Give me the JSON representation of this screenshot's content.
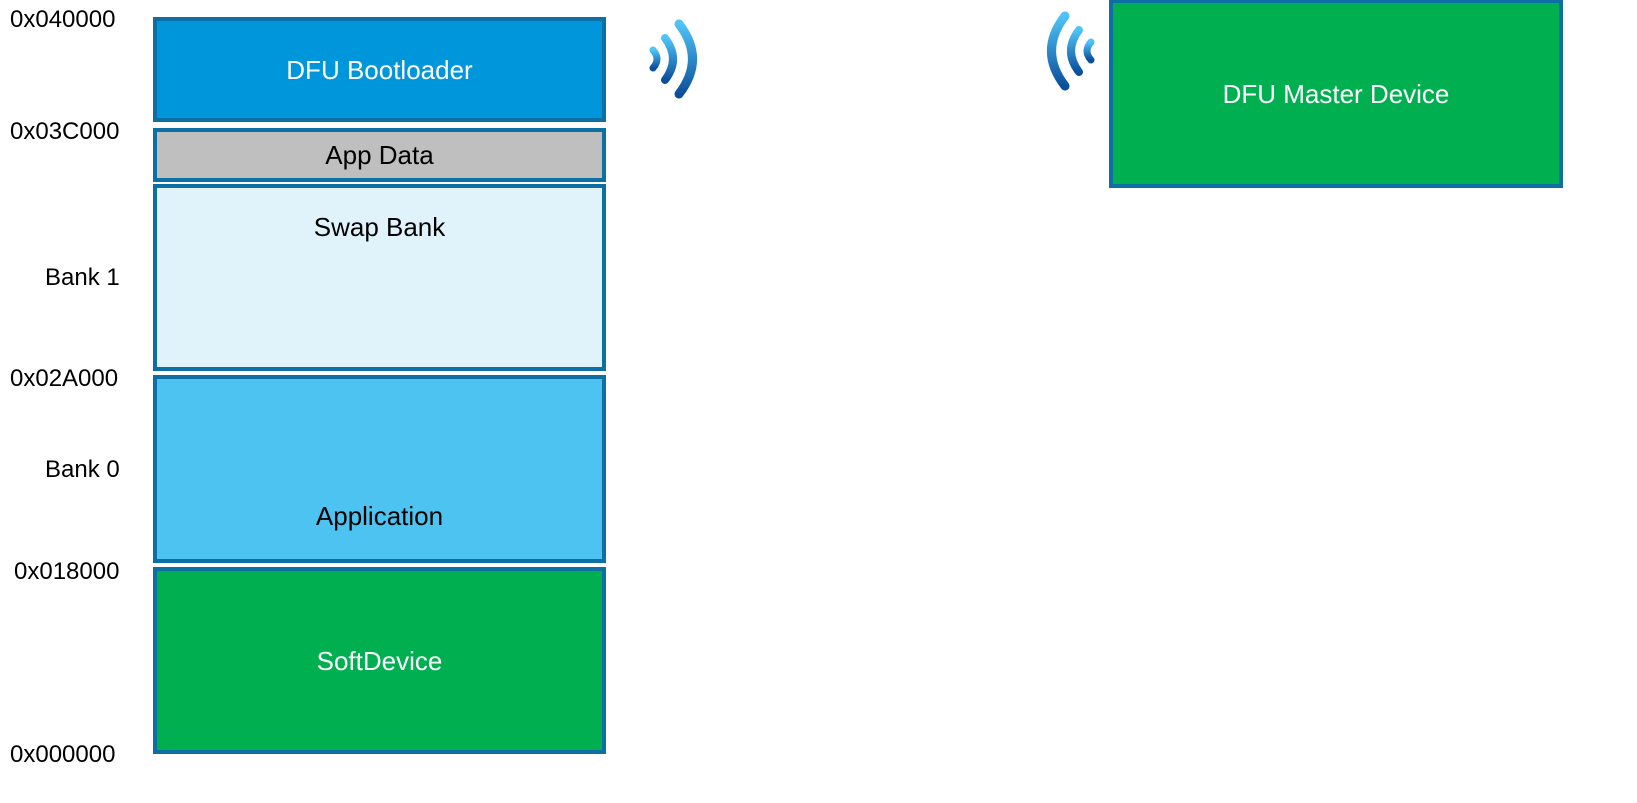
{
  "memory_map": {
    "addresses": {
      "a040000": "0x040000",
      "a03c000": "0x03C000",
      "a02a000": "0x02A000",
      "a018000": "0x018000",
      "a000000": "0x000000"
    },
    "banks": {
      "bank1": "Bank 1",
      "bank0": "Bank 0"
    },
    "regions": {
      "bootloader": "DFU Bootloader",
      "app_data": "App Data",
      "swap_bank": "Swap Bank",
      "application": "Application",
      "softdevice": "SoftDevice"
    }
  },
  "master": {
    "label": "DFU Master Device"
  },
  "colors": {
    "bootloader": "#0096db",
    "app_data": "#bfbfbf",
    "swap_bank": "#e1f3fa",
    "application": "#4dc3f1",
    "softdevice": "#00b050",
    "master": "#00b050",
    "border": "#0d6fa3"
  },
  "icons": {
    "device_signal": "wireless-signal-right-icon",
    "master_signal": "wireless-signal-left-icon"
  }
}
